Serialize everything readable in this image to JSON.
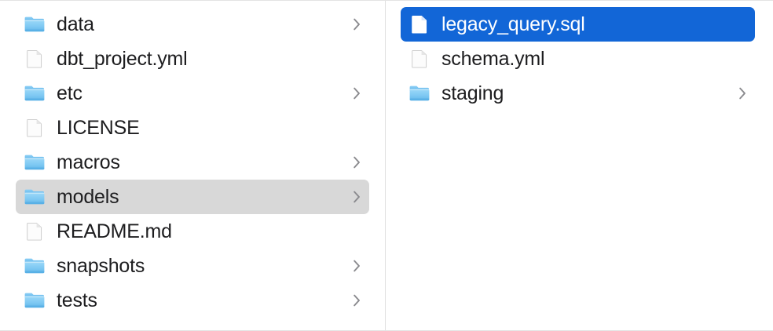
{
  "window": {
    "view_mode": "column-view",
    "accent_color": "#1266D7",
    "inactive_selection_color": "#d8d8d8",
    "text_color": "#1d1d1f",
    "divider_color": "#e0e0e0"
  },
  "columns": [
    {
      "name": "project-root-column",
      "items": [
        {
          "label": "data",
          "kind": "folder",
          "has_children": true,
          "selected": false,
          "selection_state": "none"
        },
        {
          "label": "dbt_project.yml",
          "kind": "document",
          "has_children": false,
          "selected": false,
          "selection_state": "none"
        },
        {
          "label": "etc",
          "kind": "folder",
          "has_children": true,
          "selected": false,
          "selection_state": "none"
        },
        {
          "label": "LICENSE",
          "kind": "document",
          "has_children": false,
          "selected": false,
          "selection_state": "none"
        },
        {
          "label": "macros",
          "kind": "folder",
          "has_children": true,
          "selected": false,
          "selection_state": "none"
        },
        {
          "label": "models",
          "kind": "folder",
          "has_children": true,
          "selected": true,
          "selection_state": "inactive"
        },
        {
          "label": "README.md",
          "kind": "document",
          "has_children": false,
          "selected": false,
          "selection_state": "none"
        },
        {
          "label": "snapshots",
          "kind": "folder",
          "has_children": true,
          "selected": false,
          "selection_state": "none"
        },
        {
          "label": "tests",
          "kind": "folder",
          "has_children": true,
          "selected": false,
          "selection_state": "none"
        }
      ]
    },
    {
      "name": "models-column",
      "items": [
        {
          "label": "legacy_query.sql",
          "kind": "document",
          "has_children": false,
          "selected": true,
          "selection_state": "active"
        },
        {
          "label": "schema.yml",
          "kind": "document",
          "has_children": false,
          "selected": false,
          "selection_state": "none"
        },
        {
          "label": "staging",
          "kind": "folder",
          "has_children": true,
          "selected": false,
          "selection_state": "none"
        }
      ]
    }
  ],
  "icons": {
    "folder": "folder-icon",
    "document": "document-icon",
    "disclosure": "chevron-right-icon"
  }
}
